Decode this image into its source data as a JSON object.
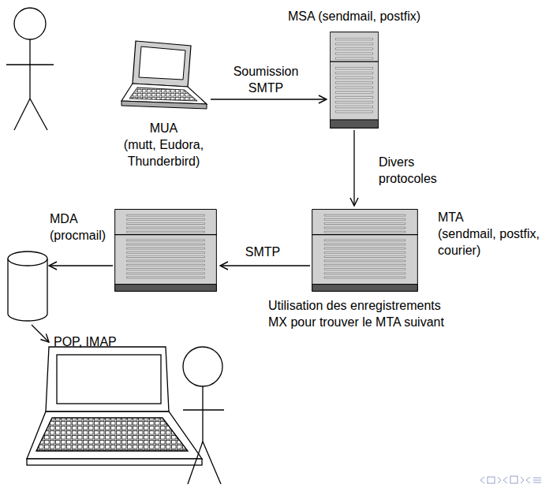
{
  "diagram": {
    "nodes": [
      {
        "text": [
          "MUA (mutt, Eudora, Thunderbird)"
        ]
      },
      {
        "text": [
          "MSA (sendmail, postfix)"
        ]
      },
      {
        "text": [
          "MTA (sendmail, postfix, courier)"
        ]
      },
      {
        "text": [
          "MDA (procmail)"
        ]
      }
    ],
    "edges": [
      {
        "from": 0,
        "to": 1,
        "arrow": "to",
        "label": "Soumission SMTP"
      },
      {
        "from": 1,
        "to": 2,
        "arrow": "to",
        "label": "Divers protocoles"
      },
      {
        "from": 2,
        "to": 3,
        "arrow": "to",
        "label": "SMTP"
      }
    ],
    "labels": [
      "Utilisation des enregistrements MX pour trouver le MTA suivant",
      "POP, IMAP"
    ]
  }
}
